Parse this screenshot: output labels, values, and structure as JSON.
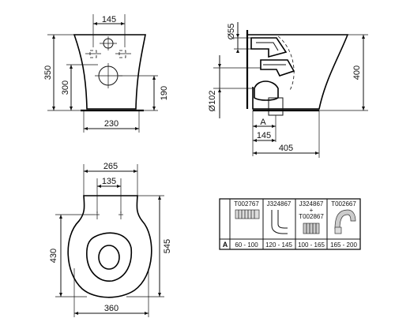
{
  "front_view": {
    "dim_hole_spacing": "145",
    "dim_total_height": "350",
    "dim_outlet_height": "300",
    "dim_inlet_height": "190",
    "dim_base_width": "230"
  },
  "side_view": {
    "dim_inlet_diameter": "Ø55",
    "dim_outlet_diameter": "Ø102",
    "dim_height": "400",
    "dim_a": "A",
    "dim_outlet_offset": "145",
    "dim_depth": "405"
  },
  "top_view": {
    "dim_width_top": "265",
    "dim_hole_spacing": "135",
    "dim_seat_length": "430",
    "dim_total_length": "545",
    "dim_width": "360"
  },
  "connector_table": {
    "headers": [
      "T002767",
      "J324867",
      "J324867",
      "T002667"
    ],
    "header_plus": "+",
    "header_extra": "T002867",
    "row_label": "A",
    "ranges": [
      "60 - 100",
      "120 - 145",
      "100 - 165",
      "165 - 200"
    ]
  }
}
